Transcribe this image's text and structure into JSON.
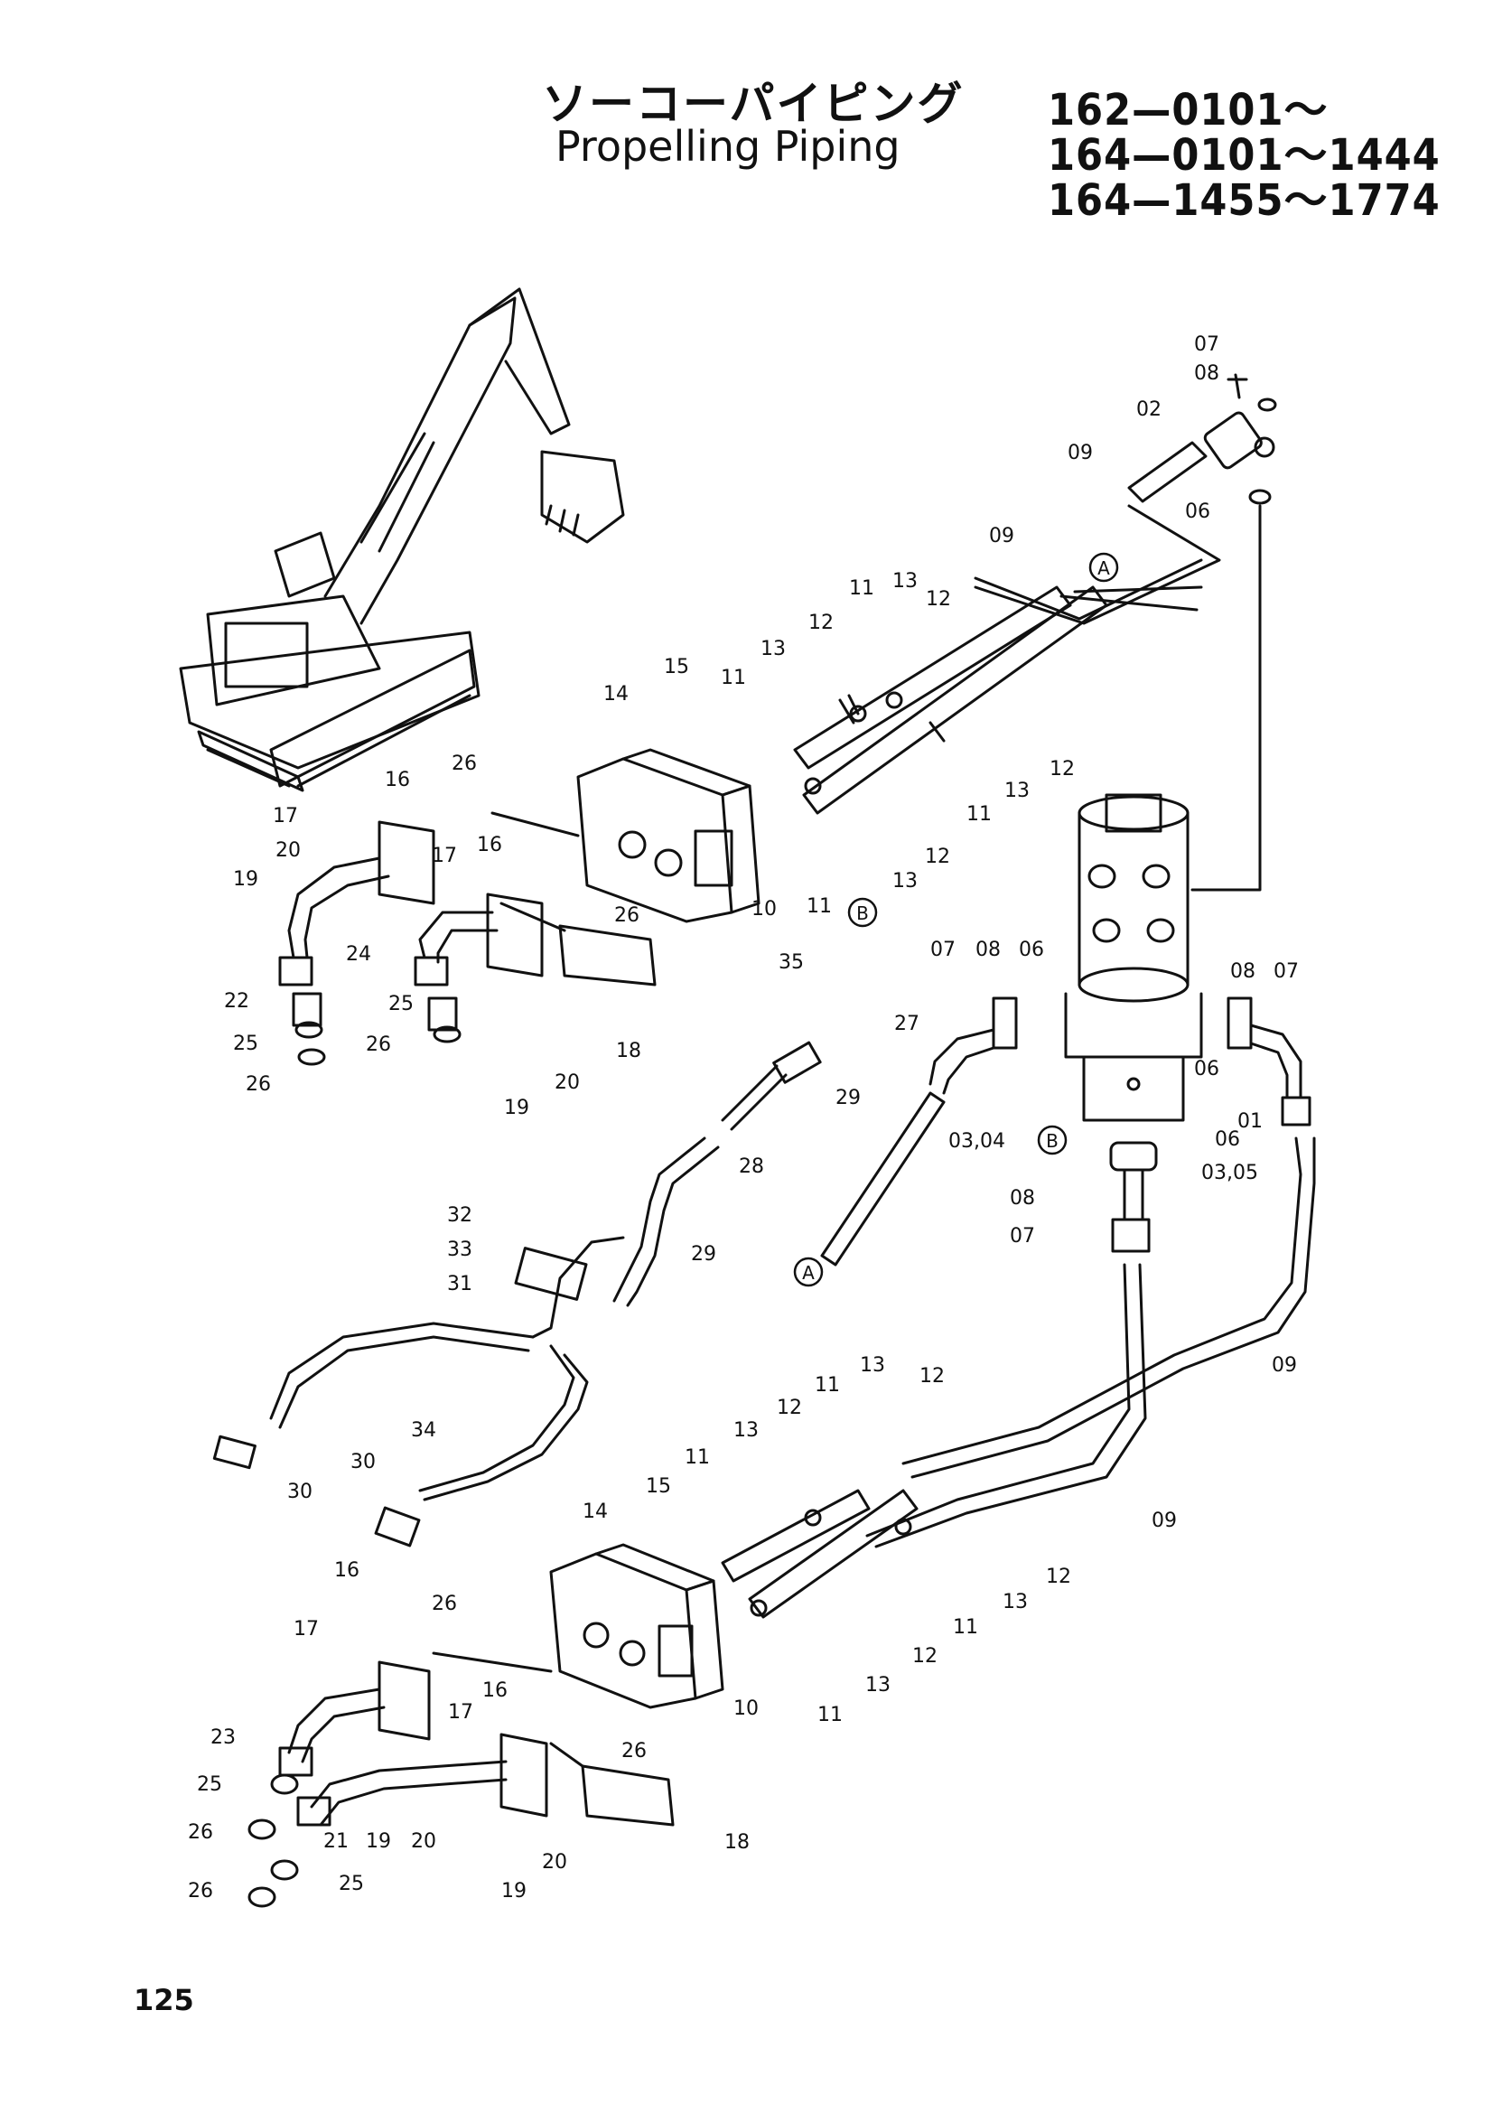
{
  "header": {
    "title_jp": "ソーコーパイピング",
    "title_en": "Propelling Piping",
    "serial_ranges": [
      "162—0101～",
      "164—0101～1444",
      "164—1455～1774"
    ]
  },
  "page_number": "125",
  "callouts": {
    "A": "A",
    "B": "B"
  },
  "part_labels": [
    {
      "id": "p07a",
      "text": "07"
    },
    {
      "id": "p08a",
      "text": "08"
    },
    {
      "id": "p02",
      "text": "02"
    },
    {
      "id": "p09a",
      "text": "09"
    },
    {
      "id": "p06a",
      "text": "06"
    },
    {
      "id": "p09b",
      "text": "09"
    },
    {
      "id": "p11a",
      "text": "11"
    },
    {
      "id": "p13a",
      "text": "13"
    },
    {
      "id": "p12a",
      "text": "12"
    },
    {
      "id": "p12b",
      "text": "12"
    },
    {
      "id": "p13b",
      "text": "13"
    },
    {
      "id": "p15a",
      "text": "15"
    },
    {
      "id": "p11b",
      "text": "11"
    },
    {
      "id": "p14a",
      "text": "14"
    },
    {
      "id": "p12c",
      "text": "12"
    },
    {
      "id": "p13c",
      "text": "13"
    },
    {
      "id": "p11c",
      "text": "11"
    },
    {
      "id": "p26a",
      "text": "26"
    },
    {
      "id": "p16a",
      "text": "16"
    },
    {
      "id": "p17a",
      "text": "17"
    },
    {
      "id": "p20a",
      "text": "20"
    },
    {
      "id": "p17b",
      "text": "17"
    },
    {
      "id": "p16b",
      "text": "16"
    },
    {
      "id": "p12d",
      "text": "12"
    },
    {
      "id": "p13d",
      "text": "13"
    },
    {
      "id": "p11d",
      "text": "11"
    },
    {
      "id": "p10a",
      "text": "10"
    },
    {
      "id": "p19a",
      "text": "19"
    },
    {
      "id": "p26b",
      "text": "26"
    },
    {
      "id": "p24",
      "text": "24"
    },
    {
      "id": "p22",
      "text": "22"
    },
    {
      "id": "p18a",
      "text": "18"
    },
    {
      "id": "p25a",
      "text": "25"
    },
    {
      "id": "p25b",
      "text": "25"
    },
    {
      "id": "p26c",
      "text": "26"
    },
    {
      "id": "p26d",
      "text": "26"
    },
    {
      "id": "p19b",
      "text": "19"
    },
    {
      "id": "p20b",
      "text": "20"
    },
    {
      "id": "p35",
      "text": "35"
    },
    {
      "id": "p27",
      "text": "27"
    },
    {
      "id": "p29a",
      "text": "29"
    },
    {
      "id": "p28",
      "text": "28"
    },
    {
      "id": "p07b",
      "text": "07"
    },
    {
      "id": "p08b",
      "text": "08"
    },
    {
      "id": "p06b",
      "text": "06"
    },
    {
      "id": "p08c",
      "text": "08"
    },
    {
      "id": "p07c",
      "text": "07"
    },
    {
      "id": "p06c",
      "text": "06"
    },
    {
      "id": "p01",
      "text": "01"
    },
    {
      "id": "p0304",
      "text": "03,04"
    },
    {
      "id": "p06d",
      "text": "06"
    },
    {
      "id": "p0305",
      "text": "03,05"
    },
    {
      "id": "p08d",
      "text": "08"
    },
    {
      "id": "p07d",
      "text": "07"
    },
    {
      "id": "p32",
      "text": "32"
    },
    {
      "id": "p33",
      "text": "33"
    },
    {
      "id": "p31",
      "text": "31"
    },
    {
      "id": "p29b",
      "text": "29"
    },
    {
      "id": "p09c",
      "text": "09"
    },
    {
      "id": "p30a",
      "text": "30"
    },
    {
      "id": "p34",
      "text": "34"
    },
    {
      "id": "p30b",
      "text": "30"
    },
    {
      "id": "p13e",
      "text": "13"
    },
    {
      "id": "p12e",
      "text": "12"
    },
    {
      "id": "p11e",
      "text": "11"
    },
    {
      "id": "p12f",
      "text": "12"
    },
    {
      "id": "p13f",
      "text": "13"
    },
    {
      "id": "p11f",
      "text": "11"
    },
    {
      "id": "p09d",
      "text": "09"
    },
    {
      "id": "p15b",
      "text": "15"
    },
    {
      "id": "p14b",
      "text": "14"
    },
    {
      "id": "p12g",
      "text": "12"
    },
    {
      "id": "p13g",
      "text": "13"
    },
    {
      "id": "p11g",
      "text": "11"
    },
    {
      "id": "p16c",
      "text": "16"
    },
    {
      "id": "p26e",
      "text": "26"
    },
    {
      "id": "p17c",
      "text": "17"
    },
    {
      "id": "p12h",
      "text": "12"
    },
    {
      "id": "p13h",
      "text": "13"
    },
    {
      "id": "p10b",
      "text": "10"
    },
    {
      "id": "p11h",
      "text": "11"
    },
    {
      "id": "p17d",
      "text": "17"
    },
    {
      "id": "p16d",
      "text": "16"
    },
    {
      "id": "p23",
      "text": "23"
    },
    {
      "id": "p26f",
      "text": "26"
    },
    {
      "id": "p25c",
      "text": "25"
    },
    {
      "id": "p19c",
      "text": "19"
    },
    {
      "id": "p20c",
      "text": "20"
    },
    {
      "id": "p21",
      "text": "21"
    },
    {
      "id": "p26g",
      "text": "26"
    },
    {
      "id": "p18b",
      "text": "18"
    },
    {
      "id": "p20d",
      "text": "20"
    },
    {
      "id": "p19d",
      "text": "19"
    },
    {
      "id": "p26h",
      "text": "26"
    },
    {
      "id": "p25d",
      "text": "25"
    }
  ]
}
